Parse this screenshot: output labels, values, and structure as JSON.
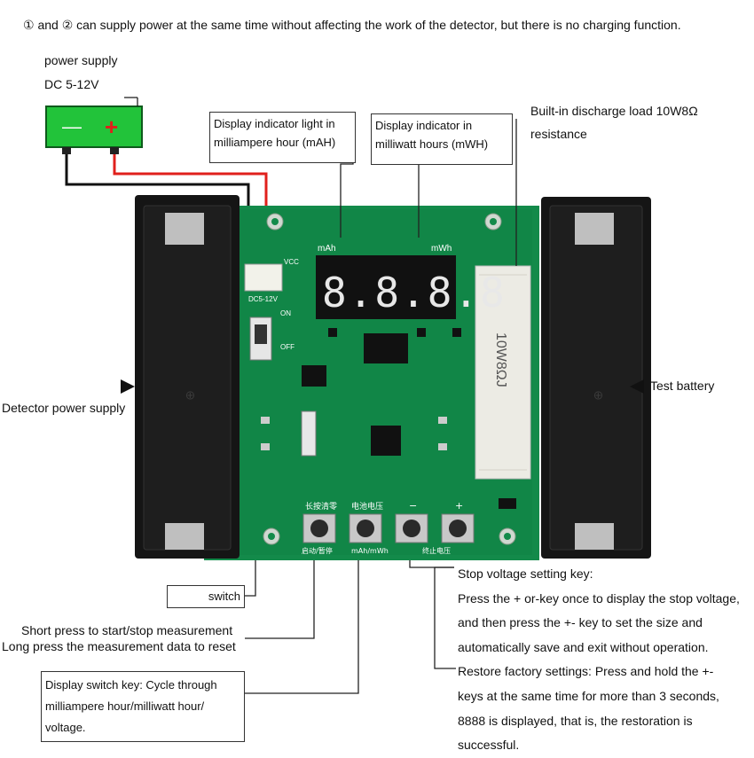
{
  "note": "① and ② can supply power at the same time without affecting the work of the detector, but there is no charging function.",
  "power_supply": {
    "title": "power supply",
    "range": "DC 5-12V",
    "minus": "—",
    "plus": "+"
  },
  "labels": {
    "mah_indicator": [
      "Display indicator light in",
      "milliampere hour (mAH)"
    ],
    "mwh_indicator": [
      "Display indicator in",
      "milliwatt hours (mWH)"
    ],
    "load": [
      "Built-in discharge load 10W8Ω",
      "resistance"
    ],
    "detector_power": "Detector power supply",
    "test_battery": "Test battery",
    "switch": "switch",
    "short_press": [
      "Short press to start/stop measurement",
      "Long press the measurement data to reset"
    ],
    "display_switch": [
      "Display switch key: Cycle through",
      "milliampere hour/milliwatt hour/",
      "voltage."
    ],
    "stop_voltage": [
      "Stop voltage setting key:",
      "Press the + or-key once to display the stop voltage,",
      "and then press the +- key to set the size and",
      "automatically save and exit without operation.",
      "Restore factory settings: Press  and hold the +-",
      "keys  at the same time for more than 3 seconds,",
      "8888 is displayed, that is, the restoration is",
      "successful."
    ]
  },
  "board": {
    "display": "8.8.8.8",
    "mah": "mAh",
    "mwh": "mWh",
    "resistor_text": "10W8ΩJ",
    "dc_label": "DC5-12V",
    "vcc": "VCC",
    "on": "ON",
    "off": "OFF",
    "btn_labels": [
      "长按清零",
      "电池电压",
      "−",
      "+"
    ],
    "btn_sublabels": [
      "启动/暂停",
      "mAh/mWh",
      "终止电压"
    ]
  },
  "colors": {
    "pcb": "#138a4a",
    "pcb_dark": "#0c6a37",
    "holder": "#151515",
    "display_bg": "#111111",
    "seg": "#e8e8e8",
    "battery_green": "#22c33a",
    "wire_red": "#e0201c"
  }
}
